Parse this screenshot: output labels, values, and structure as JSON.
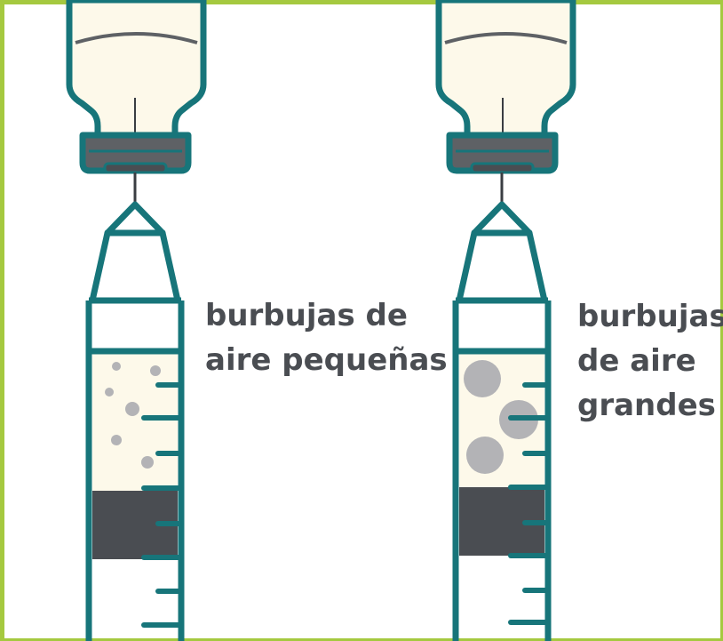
{
  "labels": {
    "small_bubbles": {
      "line1": "burbujas de",
      "line2": "aire pequeñas"
    },
    "large_bubbles": {
      "line1": "burbujas",
      "line2": "de aire",
      "line3": "grandes"
    }
  },
  "colors": {
    "frame": "#a5c93f",
    "outline": "#17757a",
    "liquid": "#fdf9ea",
    "plunger": "#4a4d52",
    "stopper": "#5e6165",
    "bubble": "#b3b3b6",
    "text": "#4a4d52"
  }
}
